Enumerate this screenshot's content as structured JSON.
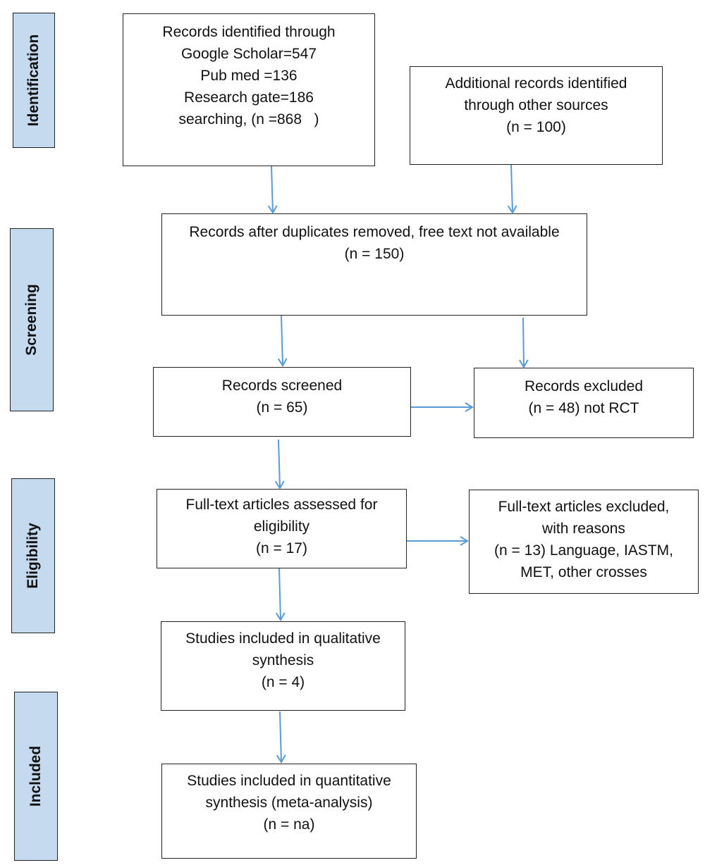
{
  "stages": {
    "identification": "Identification",
    "screening": "Screening",
    "eligibility": "Eligibility",
    "included": "Included"
  },
  "boxes": {
    "records_identified": [
      "Records identified through",
      "Google Scholar=547",
      "Pub med =136",
      "Research gate=186",
      "searching, (n =868   )"
    ],
    "additional_records": [
      "Additional records identified",
      "through other sources",
      "(n = 100)"
    ],
    "after_duplicates": [
      "Records after duplicates removed, free text not available",
      "(n = 150)"
    ],
    "records_screened": [
      "Records screened",
      "(n = 65)"
    ],
    "records_excluded": [
      "Records excluded",
      "(n = 48) not RCT"
    ],
    "fulltext_assessed": [
      "Full-text articles assessed for",
      "eligibility",
      "(n = 17)"
    ],
    "fulltext_excluded": [
      "Full-text articles excluded,",
      "with reasons",
      "(n = 13) Language, IASTM,",
      "MET, other crosses"
    ],
    "qualitative": [
      "Studies included in qualitative",
      "synthesis",
      "(n = 4)"
    ],
    "quantitative": [
      "Studies included in quantitative",
      "synthesis (meta-analysis)",
      "(n = na)"
    ]
  },
  "colors": {
    "stage_fill": "#c5d9ef",
    "arrow": "#5b9bd5",
    "border": "#222222"
  }
}
